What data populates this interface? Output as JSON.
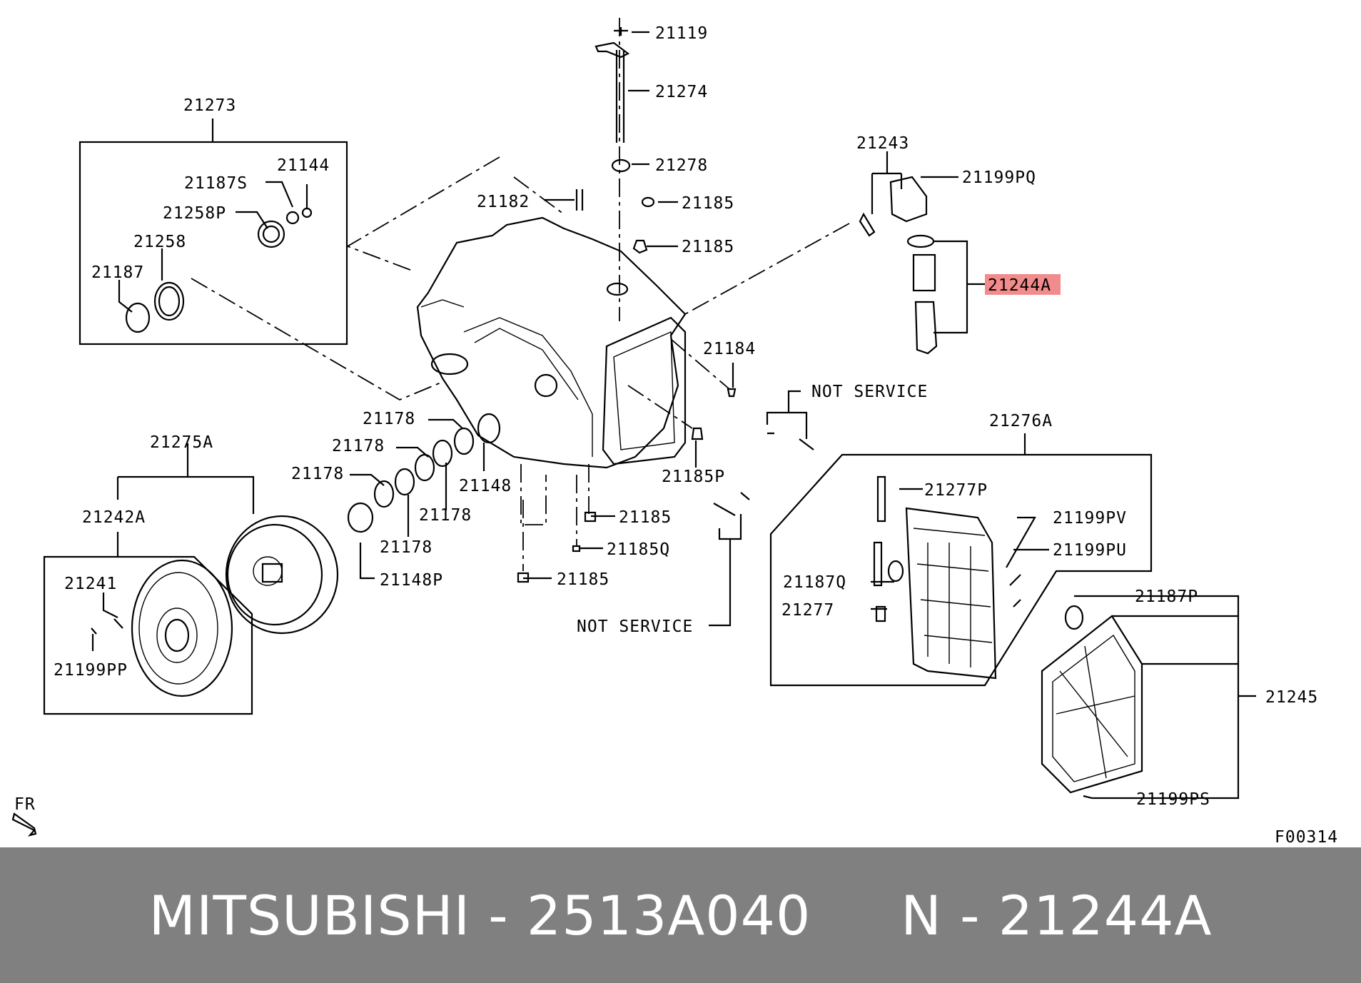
{
  "diagram": {
    "labels": {
      "l21119": "21119",
      "l21274": "21274",
      "l21278": "21278",
      "l21182": "21182",
      "l21185a": "21185",
      "l21185b": "21185",
      "l21273": "21273",
      "l21144": "21144",
      "l21187S": "21187S",
      "l21258P": "21258P",
      "l21258": "21258",
      "l21187": "21187",
      "l21243": "21243",
      "l21199PQ": "21199PQ",
      "l21244A": "21244A",
      "l21184": "21184",
      "l_not_service_1": "NOT SERVICE",
      "l21178a": "21178",
      "l21178b": "21178",
      "l21178c": "21178",
      "l21178d": "21178",
      "l21178e": "21178",
      "l21148": "21148",
      "l21185P": "21185P",
      "l21276A": "21276A",
      "l21277P": "21277P",
      "l21199PV": "21199PV",
      "l21199PU": "21199PU",
      "l21187Q": "21187Q",
      "l21277": "21277",
      "l21275A": "21275A",
      "l21242A": "21242A",
      "l21241": "21241",
      "l21199PP": "21199PP",
      "l21148P": "21148P",
      "l21185c": "21185",
      "l21185Q": "21185Q",
      "l21185d": "21185",
      "l_not_service_2": "NOT SERVICE",
      "l21187P": "21187P",
      "l21245": "21245",
      "l21199PS": "21199PS",
      "fr": "FR",
      "fig_code": "F00314"
    },
    "highlight_color": "#f28b8b"
  },
  "footer": {
    "text": "MITSUBISHI - 2513A040     N - 21244A",
    "background": "#808080",
    "color": "#ffffff"
  }
}
